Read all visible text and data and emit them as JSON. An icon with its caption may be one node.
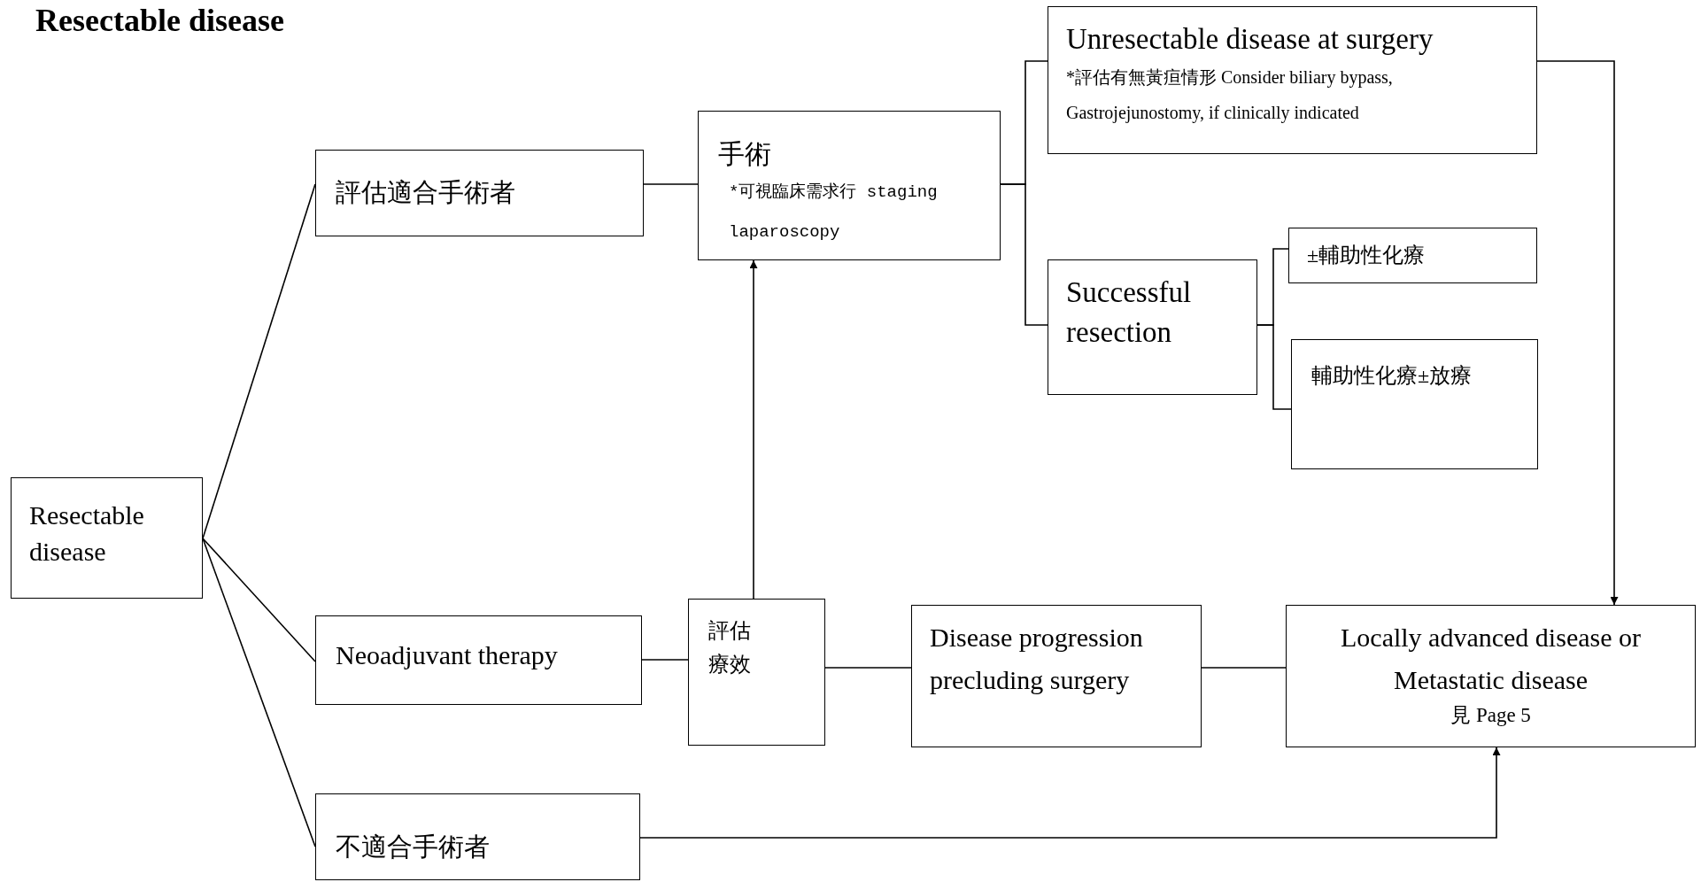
{
  "diagram": {
    "title": "Resectable disease",
    "nodes": [
      {
        "text": [
          "Resectable disease"
        ]
      },
      {
        "text": [
          "評估適合手術者"
        ]
      },
      {
        "text": [
          "手術",
          "*可視臨床需求行 staging laparoscopy"
        ]
      },
      {
        "text": [
          "Unresectable disease at surgery",
          "*評估有無黃疸情形 Consider biliary bypass, Gastrojejunostomy, if clinically indicated"
        ]
      },
      {
        "text": [
          "Successful resection"
        ]
      },
      {
        "text": [
          "±輔助性化療"
        ]
      },
      {
        "text": [
          "輔助性化療±放療"
        ]
      },
      {
        "text": [
          "Neoadjuvant therapy"
        ]
      },
      {
        "text": [
          "評估療效"
        ]
      },
      {
        "text": [
          "Disease progression precluding surgery"
        ]
      },
      {
        "text": [
          "Locally advanced disease or Metastatic disease",
          "見 Page 5"
        ]
      },
      {
        "text": [
          "不適合手術者"
        ]
      }
    ],
    "edges": [
      {
        "from": 0,
        "to": 1,
        "arrow": "none"
      },
      {
        "from": 0,
        "to": 7,
        "arrow": "none"
      },
      {
        "from": 0,
        "to": 11,
        "arrow": "none"
      },
      {
        "from": 1,
        "to": 2,
        "arrow": "none"
      },
      {
        "from": 2,
        "to": 3,
        "arrow": "none"
      },
      {
        "from": 2,
        "to": 4,
        "arrow": "none"
      },
      {
        "from": 4,
        "to": 5,
        "arrow": "none"
      },
      {
        "from": 4,
        "to": 6,
        "arrow": "none"
      },
      {
        "from": 3,
        "to": 10,
        "arrow": "to"
      },
      {
        "from": 7,
        "to": 8,
        "arrow": "none"
      },
      {
        "from": 8,
        "to": 2,
        "arrow": "to"
      },
      {
        "from": 8,
        "to": 9,
        "arrow": "none"
      },
      {
        "from": 9,
        "to": 10,
        "arrow": "none"
      },
      {
        "from": 11,
        "to": 10,
        "arrow": "to"
      }
    ]
  }
}
